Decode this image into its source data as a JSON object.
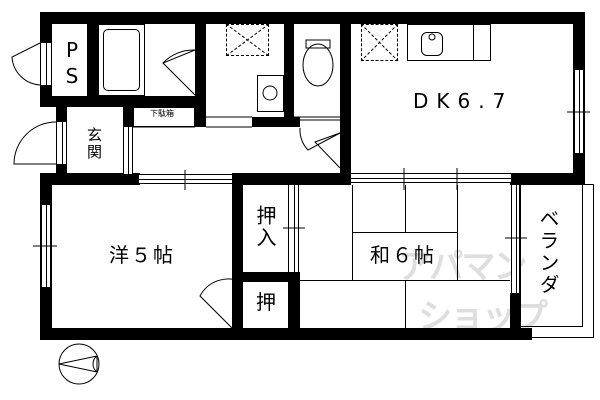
{
  "floorplan": {
    "rooms": {
      "ps": {
        "label": "PS"
      },
      "entrance": {
        "label": "玄関"
      },
      "shoe_cabinet": {
        "label": "下駄箱"
      },
      "dk": {
        "label": "DK6.7"
      },
      "western_room": {
        "label": "洋５帖"
      },
      "closet_large": {
        "label": "押入"
      },
      "closet_small": {
        "label": "押"
      },
      "japanese_room": {
        "label": "和６帖"
      },
      "veranda": {
        "label": "ベランダ"
      }
    },
    "fixtures": [
      "bathtub",
      "washing-machine-space",
      "washbasin",
      "toilet",
      "refrigerator-space",
      "kitchen-sink"
    ],
    "compass": {
      "icon": "north-arrow-icon"
    },
    "watermark": {
      "line1": "アパマン",
      "line2": "ショップ"
    },
    "colors": {
      "wall": "#000000",
      "background": "#ffffff",
      "watermark": "#d9d9d9"
    }
  }
}
